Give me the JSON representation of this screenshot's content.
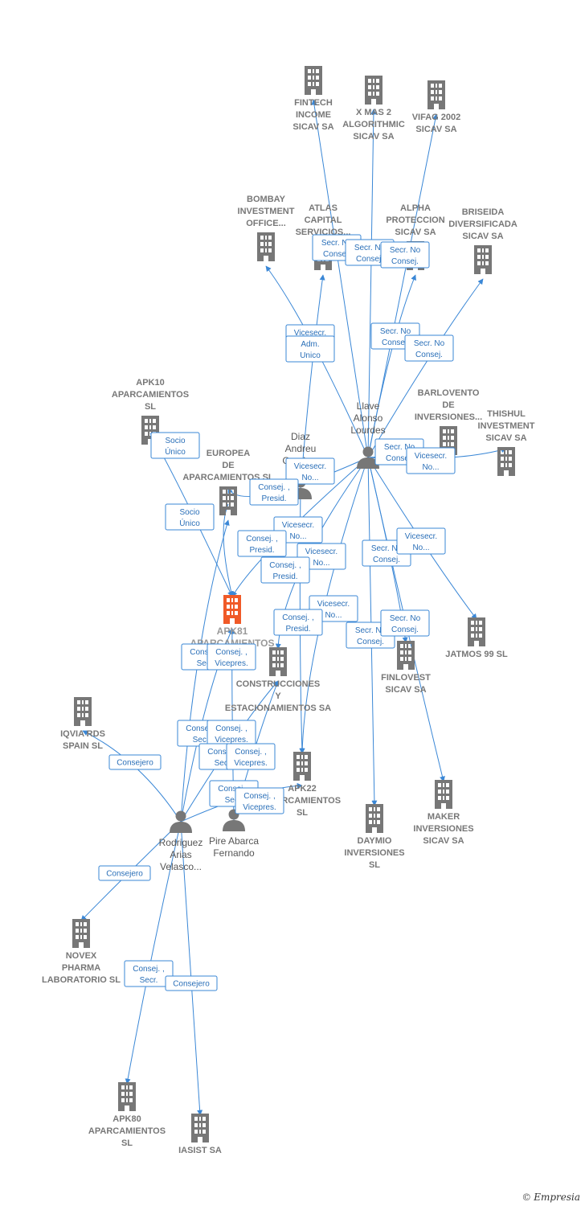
{
  "colors": {
    "edge": "#3a87d6",
    "company": "#777777",
    "focus": "#f05a28",
    "person": "#777777"
  },
  "nodes": [
    {
      "id": "fintech",
      "type": "company",
      "label": [
        "FINTECH",
        "INCOME",
        "SICAV SA"
      ]
    },
    {
      "id": "xmas2",
      "type": "company",
      "label": [
        "X MAS 2",
        "ALGORITHMIC",
        "SICAV SA"
      ]
    },
    {
      "id": "vifag",
      "type": "company",
      "label": [
        "VIFAG 2002",
        "SICAV SA"
      ]
    },
    {
      "id": "bombay",
      "type": "company",
      "label": [
        "BOMBAY",
        "INVESTMENT",
        "OFFICE..."
      ]
    },
    {
      "id": "atlas",
      "type": "company",
      "label": [
        "ATLAS",
        "CAPITAL",
        "SERVICIOS..."
      ]
    },
    {
      "id": "alpha",
      "type": "company",
      "label": [
        "ALPHA",
        "PROTECCION",
        "SICAV SA"
      ]
    },
    {
      "id": "briseida",
      "type": "company",
      "label": [
        "BRISEIDA",
        "DIVERSIFICADA",
        "SICAV SA"
      ]
    },
    {
      "id": "apk10",
      "type": "company",
      "label": [
        "APK10",
        "APARCAMIENTOS",
        "SL"
      ]
    },
    {
      "id": "barlovento",
      "type": "company",
      "label": [
        "BARLOVENTO",
        "DE",
        "INVERSIONES..."
      ]
    },
    {
      "id": "thishul",
      "type": "company",
      "label": [
        "THISHUL",
        "INVESTMENT",
        "SICAV SA"
      ]
    },
    {
      "id": "europea",
      "type": "company",
      "label": [
        "EUROPEA",
        "DE",
        "APARCAMIENTOS SL"
      ]
    },
    {
      "id": "apk81",
      "type": "focus",
      "label": [
        "APK81",
        "APARCAMIENTOS"
      ]
    },
    {
      "id": "construcciones",
      "type": "company",
      "label": [
        "CONSTRUCCIONES",
        "Y",
        "ESTACIONAMIENTOS SA"
      ]
    },
    {
      "id": "jatmos",
      "type": "company",
      "label": [
        "JATMOS 99  SL"
      ]
    },
    {
      "id": "finlovest",
      "type": "company",
      "label": [
        "FINLOVEST",
        "SICAV SA"
      ]
    },
    {
      "id": "iqvia",
      "type": "company",
      "label": [
        "IQVIA RDS",
        "SPAIN  SL"
      ]
    },
    {
      "id": "apk22",
      "type": "company",
      "label": [
        "APK22",
        "APARCAMIENTOS",
        "SL"
      ]
    },
    {
      "id": "maker",
      "type": "company",
      "label": [
        "MAKER",
        "INVERSIONES",
        "SICAV SA"
      ]
    },
    {
      "id": "daymio",
      "type": "company",
      "label": [
        "DAYMIO",
        "INVERSIONES",
        "SL"
      ]
    },
    {
      "id": "novex",
      "type": "company",
      "label": [
        "NOVEX",
        "PHARMA",
        "LABORATORIO SL"
      ]
    },
    {
      "id": "apk80",
      "type": "company",
      "label": [
        "APK80",
        "APARCAMIENTOS",
        "SL"
      ]
    },
    {
      "id": "iasist",
      "type": "company",
      "label": [
        "IASIST SA"
      ]
    },
    {
      "id": "llave",
      "type": "person",
      "label": [
        "Llave",
        "Alonso",
        "Lourdes"
      ]
    },
    {
      "id": "diaz",
      "type": "person",
      "label": [
        "Diaz",
        "Andreu",
        "Garcia..."
      ]
    },
    {
      "id": "rodriguez",
      "type": "person",
      "label": [
        "Rodriguez",
        "Arias",
        "Velasco..."
      ]
    },
    {
      "id": "pire",
      "type": "person",
      "label": [
        "Pire Abarca",
        "Fernando"
      ]
    }
  ],
  "roles": [
    [
      "Secr.  No",
      "Consej."
    ],
    [
      "Secr.  No",
      "Consej."
    ],
    [
      "Secr.  No",
      "Consej."
    ],
    [
      "Vicesecr.",
      "No..."
    ],
    [
      "Adm.",
      "Unico"
    ],
    [
      "Secr.  No",
      "Consej."
    ],
    [
      "Secr.  No",
      "Consej."
    ],
    [
      "Socio",
      "Único"
    ],
    [
      "Socio",
      "Único"
    ],
    [
      "Secr.  No",
      "Consej."
    ],
    [
      "Vicesecr.",
      "No..."
    ],
    [
      "Vicesecr.",
      "No..."
    ],
    [
      "Consej. ,",
      "Presid."
    ],
    [
      "Vicesecr.",
      "No..."
    ],
    [
      "Consej. ,",
      "Presid."
    ],
    [
      "Vicesecr.",
      "No..."
    ],
    [
      "Consej. ,",
      "Presid."
    ],
    [
      "Secr.  No",
      "Consej."
    ],
    [
      "Vicesecr.",
      "No..."
    ],
    [
      "Vicesecr.",
      "No..."
    ],
    [
      "Consej. ,",
      "Presid."
    ],
    [
      "Secr.  No",
      "Consej."
    ],
    [
      "Secr.  No",
      "Consej."
    ],
    [
      "Consej. ,",
      "Secr."
    ],
    [
      "Consej. ,",
      "Vicepres."
    ],
    [
      "Consej. ,",
      "Secr."
    ],
    [
      "Consej. ,",
      "Vicepres."
    ],
    [
      "Consej. ,",
      "Secr."
    ],
    [
      "Consej. ,",
      "Vicepres."
    ],
    [
      "Consej. ,",
      "Secr."
    ],
    [
      "Consej. ,",
      "Vicepres."
    ],
    [
      "Consejero"
    ],
    [
      "Consejero"
    ],
    [
      "Consej. ,",
      "Secr."
    ],
    [
      "Consejero"
    ]
  ],
  "credit": {
    "copyright": "©",
    "brand": "Empresia"
  }
}
